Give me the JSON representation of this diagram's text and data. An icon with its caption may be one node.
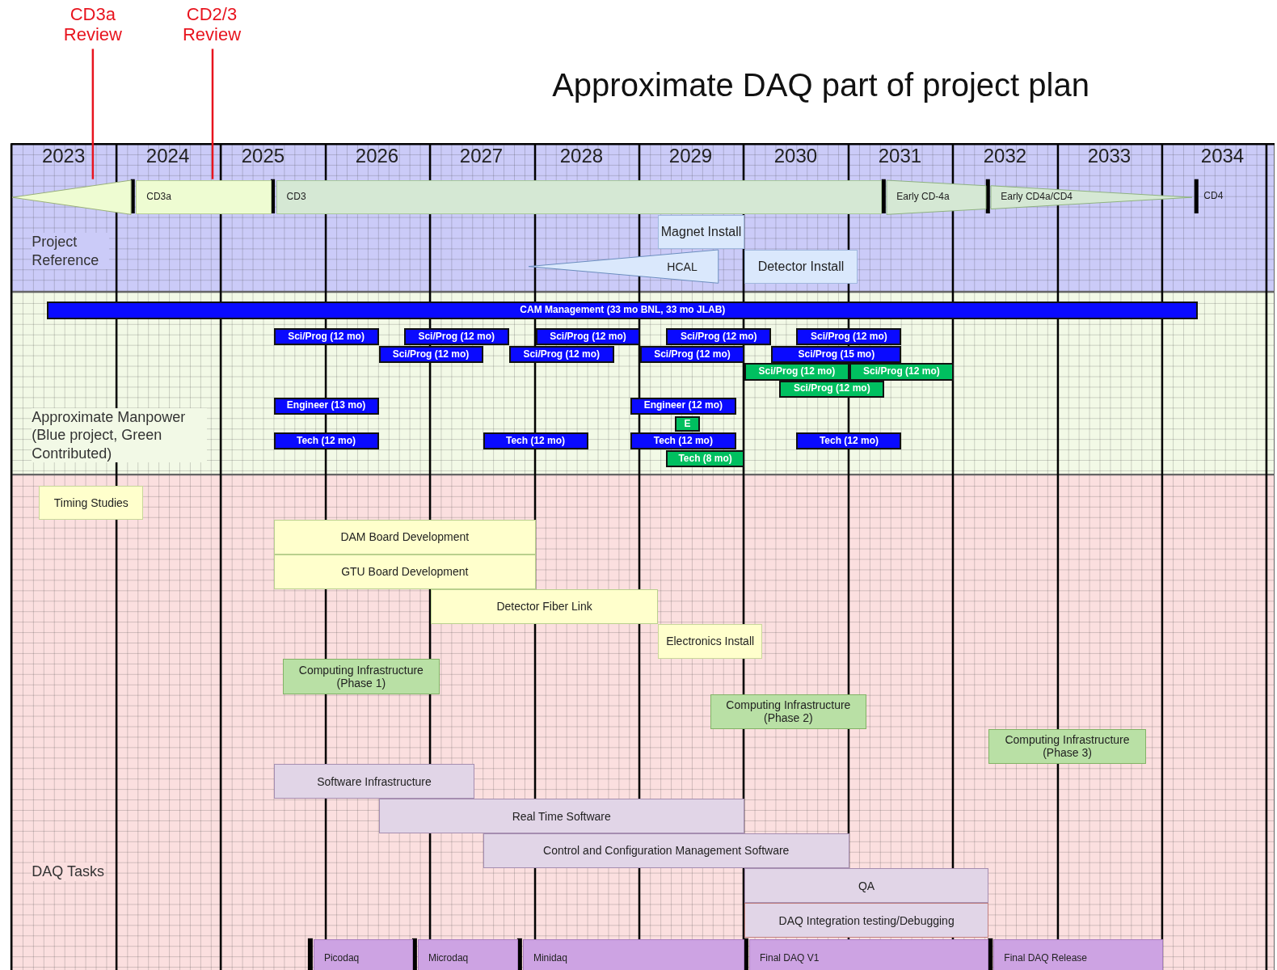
{
  "diagram": {
    "title": "Approximate DAQ part of project plan",
    "nodes": [
      {
        "text": [
          "CD3a Review"
        ]
      },
      {
        "text": [
          "CD2/3 Review"
        ]
      },
      {
        "text": [
          "Project Reference"
        ]
      },
      {
        "text": [],
        "shape": "triangle",
        "in": 2
      },
      {
        "text": [
          "CD3a"
        ],
        "in": 2
      },
      {
        "text": [
          "CD3"
        ],
        "in": 2
      },
      {
        "text": [
          "Early CD-4a"
        ],
        "in": 2
      },
      {
        "text": [
          "Early CD4a/CD4"
        ],
        "in": 2
      },
      {
        "text": [
          "Magnet Install"
        ],
        "in": 2
      },
      {
        "text": [
          "HCAL"
        ],
        "in": 2
      },
      {
        "text": [
          "Detector Install"
        ],
        "in": 2
      },
      {
        "text": [
          "Approximate Manpower (Blue project, Green Contributed)"
        ]
      },
      {
        "text": [
          "CAM Management (33 mo BNL,  33 mo JLAB)"
        ],
        "in": 11
      },
      {
        "text": [
          "Sci/Prog (12 mo)"
        ],
        "in": 11
      },
      {
        "text": [
          "Sci/Prog (12 mo)"
        ],
        "in": 11
      },
      {
        "text": [
          "Sci/Prog (12 mo)"
        ],
        "in": 11
      },
      {
        "text": [
          "Sci/Prog (12 mo)"
        ],
        "in": 11
      },
      {
        "text": [
          "Sci/Prog (12 mo)"
        ],
        "in": 11
      },
      {
        "text": [
          "Sci/Prog (12 mo)"
        ],
        "in": 11
      },
      {
        "text": [
          "Sci/Prog (12 mo)"
        ],
        "in": 11
      },
      {
        "text": [
          "Sci/Prog (12 mo)"
        ],
        "in": 11
      },
      {
        "text": [
          "Sci/Prog (15 mo)"
        ],
        "in": 11
      },
      {
        "text": [
          "Sci/Prog (12 mo)"
        ],
        "in": 11
      },
      {
        "text": [
          "Sci/Prog (12 mo)"
        ],
        "in": 11
      },
      {
        "text": [
          "Sci/Prog (12 mo)"
        ],
        "in": 11
      },
      {
        "text": [
          "Engineer (13 mo)"
        ],
        "in": 11
      },
      {
        "text": [
          "Engineer (12 mo)"
        ],
        "in": 11
      },
      {
        "text": [
          "E"
        ],
        "in": 11
      },
      {
        "text": [
          "Tech (12 mo)"
        ],
        "in": 11
      },
      {
        "text": [
          "Tech (12 mo)"
        ],
        "in": 11
      },
      {
        "text": [
          "Tech (12 mo)"
        ],
        "in": 11
      },
      {
        "text": [
          "Tech (12 mo)"
        ],
        "in": 11
      },
      {
        "text": [
          "Tech (8 mo)"
        ],
        "in": 11
      },
      {
        "text": [
          "DAQ Tasks"
        ]
      },
      {
        "text": [
          "Timing Studies"
        ],
        "in": 33
      },
      {
        "text": [
          "DAM Board Development"
        ],
        "in": 33
      },
      {
        "text": [
          "GTU Board Development"
        ],
        "in": 33
      },
      {
        "text": [
          "Detector Fiber Link"
        ],
        "in": 33
      },
      {
        "text": [
          "Electronics Install"
        ],
        "in": 33
      },
      {
        "text": [
          "Computing Infrastructure (Phase 1)"
        ],
        "in": 33
      },
      {
        "text": [
          "Computing Infrastructure (Phase 2)"
        ],
        "in": 33
      },
      {
        "text": [
          "Computing Infrastructure (Phase 3)"
        ],
        "in": 33
      },
      {
        "text": [
          "Software Infrastructure"
        ],
        "in": 33
      },
      {
        "text": [
          "Real Time Software"
        ],
        "in": 33
      },
      {
        "text": [
          "Control and Configuration Management Software"
        ],
        "in": 33
      },
      {
        "text": [
          "QA"
        ],
        "in": 33
      },
      {
        "text": [
          "DAQ Integration testing/Debugging"
        ],
        "in": 33
      },
      {
        "text": [
          "Picodaq"
        ],
        "in": 33
      },
      {
        "text": [
          "Microdaq"
        ],
        "in": 33
      },
      {
        "text": [
          "Minidaq"
        ],
        "in": 33
      },
      {
        "text": [
          "Final DAQ V1"
        ],
        "in": 33
      },
      {
        "text": [
          "Final DAQ Release"
        ],
        "in": 33
      }
    ],
    "edges": [
      {
        "from": 0,
        "to": 3,
        "arrow": "none"
      },
      {
        "from": 1,
        "to": 4,
        "arrow": "none"
      }
    ],
    "labels": [
      "2023",
      "2024",
      "2025",
      "2026",
      "2027",
      "2028",
      "2029",
      "2030",
      "2031",
      "2032",
      "2033",
      "2034",
      "CD4"
    ]
  }
}
